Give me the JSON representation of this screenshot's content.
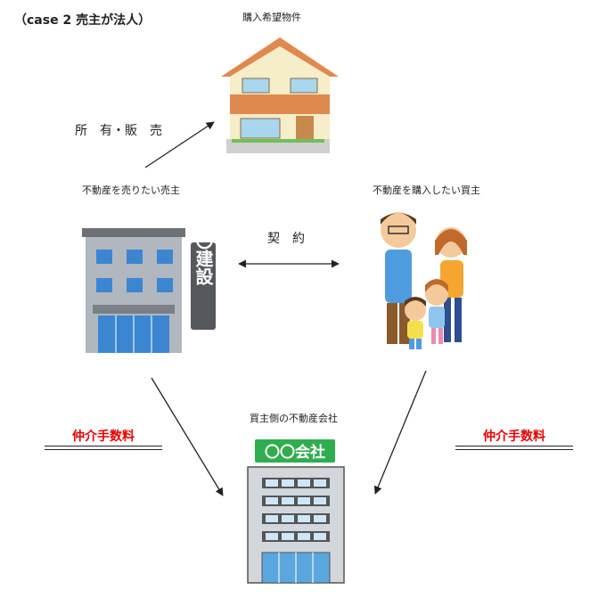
{
  "title": "（case 2 売主が法人）",
  "property_label": "購入希望物件",
  "ownership_label": "所　有・販　売",
  "seller_label": "不動産を売りたい売主",
  "buyer_label": "不動産を購入したい買主",
  "contract_label": "契　約",
  "agency_label": "買主側の不動産会社",
  "fee_left": "仲介手数料",
  "fee_right": "仲介手数料",
  "seller_sign_text": "〇〇建設",
  "agency_sign_text": "〇〇会社",
  "colors": {
    "fee_text": "#e60000",
    "house_roof": "#e0894f",
    "house_wall": "#f6edc9",
    "agency_sign": "#2fae4f",
    "seller_building": "#b0b7bf"
  }
}
